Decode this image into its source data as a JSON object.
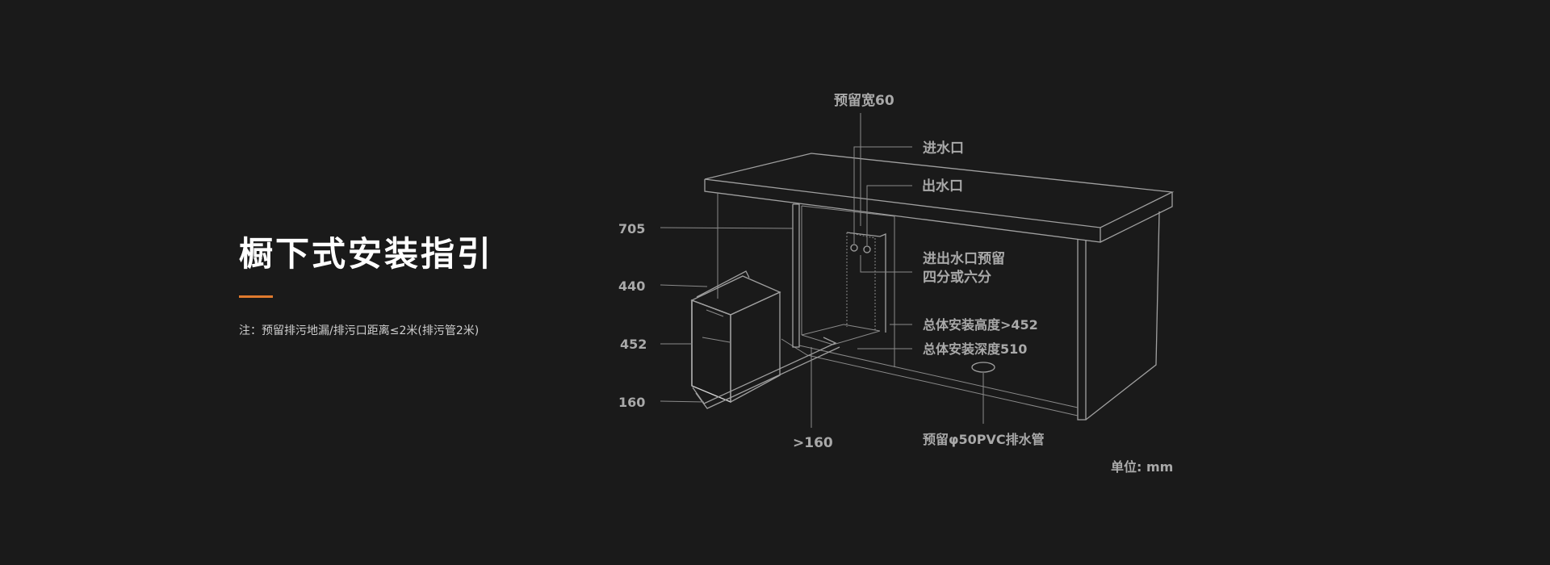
{
  "header": {
    "title": "橱下式安装指引",
    "note": "注：预留排污地漏/排污口距离≤2米(排污管2米)",
    "accent_color": "#e07a2e"
  },
  "diagram": {
    "labels": {
      "reserve_width": "预留宽60",
      "water_inlet": "进水口",
      "water_outlet": "出水口",
      "inlet_outlet_reserve_line1": "进出水口预留",
      "inlet_outlet_reserve_line2": "四分或六分",
      "total_height": "总体安装高度>452",
      "total_depth": "总体安装深度510",
      "drain_pipe": "预留φ50PVC排水管",
      "floor_clearance": ">160",
      "unit": "单位: mm"
    },
    "dimensions": {
      "d705": "705",
      "d440": "440",
      "d452": "452",
      "d160": "160"
    },
    "colors": {
      "background": "#1a1a1a",
      "line": "#a0a0a0",
      "label": "#a9a9a9"
    }
  }
}
